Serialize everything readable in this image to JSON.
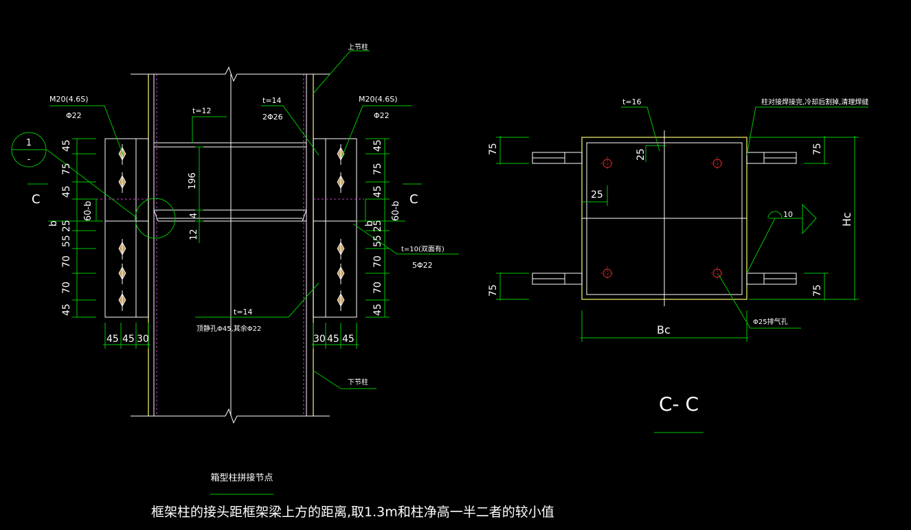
{
  "left": {
    "label_top_column": "上节柱",
    "label_bottom_column": "下节柱",
    "bolt_left": "M20(4.6S)",
    "bolt_left_hole": "Φ22",
    "bolt_right": "M20(4.6S)",
    "bolt_right_hole": "Φ22",
    "plate_t12": "t=12",
    "plate_t14_top": "t=14",
    "bolts_2phi26": "2Φ26",
    "plate_t10": "t=10(双面有)",
    "bolts_5phi22": "5Φ22",
    "plate_t14_bottom": "t=14",
    "hole_note": "顶静孔Φ45,其余Φ22",
    "detail_num": "1",
    "detail_sub": "-",
    "section_c_left": "C",
    "section_c_right": "C",
    "b_left": "b",
    "b_right": "b",
    "dim_60b_left": "60-b",
    "dim_60b_right": "60-b",
    "dim_196": "196",
    "dim_4": "4",
    "dim_12": "12",
    "vdims_upper": [
      "45",
      "75",
      "45"
    ],
    "vdims_lower": [
      "25",
      "55",
      "70",
      "70",
      "45"
    ],
    "hdims_left": [
      "45",
      "45",
      "30"
    ],
    "hdims_right": [
      "30",
      "45",
      "45"
    ],
    "title": "箱型柱拼接节点",
    "note": "框架柱的接头距框架梁上方的距离,取1.3m和柱净高一半二者的较小值"
  },
  "right": {
    "plate_t16": "t=16",
    "weld_note": "柱对接焊接完,冷却后割掉,清理焊缝",
    "dim_25_top": "25",
    "dim_25_left": "25",
    "weld_size": "10",
    "dims_75": [
      "75",
      "75",
      "75",
      "75"
    ],
    "label_hc": "Hc",
    "label_bc": "Bc",
    "vent_note": "Φ25排气孔",
    "section_title": "C- C"
  },
  "colors": {
    "background": "#000000",
    "linework": "#ffffff",
    "column_outline": "#e8e86a",
    "dimension": "#00c800",
    "centerline": "#c040c0",
    "bolt_hole": "#ff3030",
    "bolt_marker": "#c8a064"
  }
}
